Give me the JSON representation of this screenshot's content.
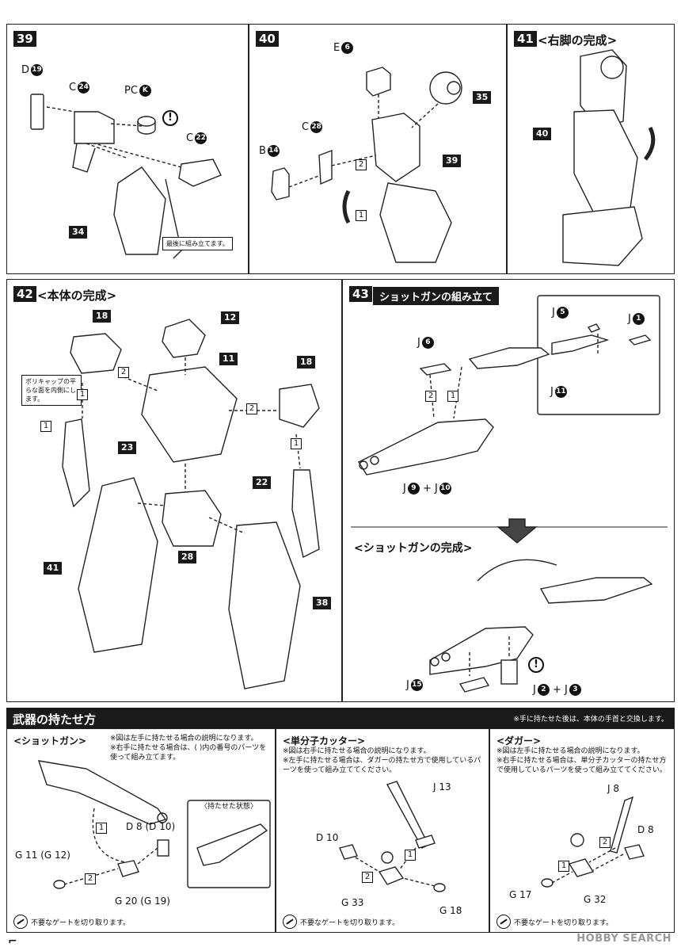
{
  "step39": {
    "no": "39",
    "labels": [
      {
        "letter": "D",
        "num": "19"
      },
      {
        "letter": "C",
        "num": "24"
      },
      {
        "letter": "PC",
        "num": "K"
      },
      {
        "letter": "C",
        "num": "22"
      }
    ],
    "part_34": "34",
    "note": "最後に組み立てます。"
  },
  "step40": {
    "no": "40",
    "labels": [
      {
        "letter": "E",
        "num": "6"
      },
      {
        "letter": "C",
        "num": "28"
      },
      {
        "letter": "B",
        "num": "14"
      }
    ],
    "part_35": "35",
    "part_39": "39",
    "s1": "1",
    "s2": "2"
  },
  "step41": {
    "no": "41",
    "title": "<右脚の完成>",
    "part_40": "40"
  },
  "step42": {
    "no": "42",
    "title": "<本体の完成>",
    "parts": [
      "18",
      "12",
      "11",
      "18",
      "23",
      "22",
      "41",
      "28",
      "38"
    ],
    "note": "ポリキャップの平らな面を内側にします。",
    "s1": "1",
    "s2": "2"
  },
  "step43": {
    "no": "43",
    "banner": "ショットガンの組み立て",
    "labels": [
      {
        "letter": "J",
        "num": "6"
      },
      {
        "letter": "J",
        "num": "5"
      },
      {
        "letter": "J",
        "num": "1"
      },
      {
        "letter": "J",
        "num": "11"
      }
    ],
    "combo1": {
      "a": "9",
      "b": "10"
    },
    "complete_title": "<ショットガンの完成>",
    "j15": {
      "letter": "J",
      "num": "15"
    },
    "combo2": {
      "a": "2",
      "b": "3"
    },
    "s1": "1",
    "s2": "2"
  },
  "weapons": {
    "title": "武器の持たせ方",
    "note": "※手に持たせた後は、本体の手首と交換します。",
    "shotgun": {
      "title": "<ショットガン>",
      "note1": "※図は左手に持たせる場合の説明になります。",
      "note2": "※右手に持たせる場合は、( )内の番号のパーツを使って組み立てます。",
      "holding": "〈持たせた状態〉",
      "d": "D 8 (D 10)",
      "g1": "G 11 (G 12)",
      "g2": "G 20 (G 19)",
      "gate": "不要なゲートを切り取ります。"
    },
    "cutter": {
      "title": "<単分子カッター>",
      "note1": "※図は右手に持たせる場合の説明になります。",
      "note2": "※左手に持たせる場合は、ダガーの持たせ方で使用しているパーツを使って組み立ててください。",
      "j": "J 13",
      "d": "D 10",
      "g1": "G 33",
      "g2": "G 18",
      "gate": "不要なゲートを切り取ります。"
    },
    "dagger": {
      "title": "<ダガー>",
      "note1": "※図は左手に持たせる場合の説明になります。",
      "note2": "※右手に持たせる場合は、単分子カッターの持たせ方で使用しているパーツを使って組み立ててください。",
      "j": "J 8",
      "d": "D 8",
      "g1": "G 17",
      "g2": "G 32",
      "gate": "不要なゲートを切り取ります。"
    }
  },
  "watermark": "HOBBY SEARCH",
  "corner": "⌐"
}
